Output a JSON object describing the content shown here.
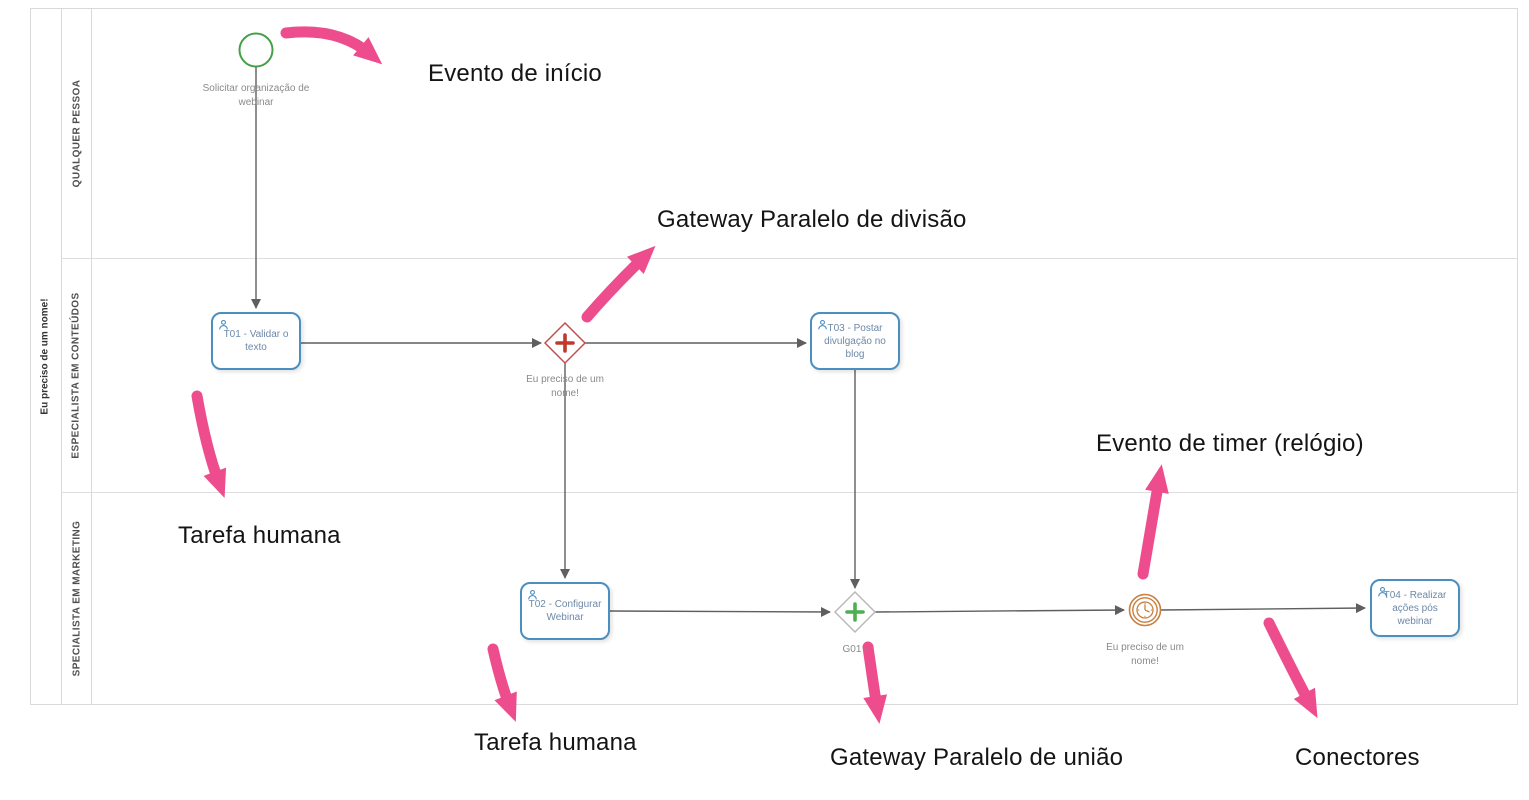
{
  "pool": {
    "name": "Eu preciso de um nome!",
    "lanes": [
      {
        "name": "QUALQUER PESSOA"
      },
      {
        "name": "ESPECIALISTA EM CONTEÚDOS"
      },
      {
        "name": "SPECIALISTA EM MARKETING"
      }
    ]
  },
  "elements": {
    "start_event": {
      "label": "Solicitar organização de webinar"
    },
    "task_t01": {
      "label": "T01 - Validar o texto"
    },
    "gateway_split": {
      "label": "Eu preciso de um nome!"
    },
    "task_t03": {
      "label": "T03 - Postar divulgação no blog"
    },
    "task_t02": {
      "label": "T02 - Configurar Webinar"
    },
    "gateway_join": {
      "label": "G01 -"
    },
    "timer_event": {
      "label": "Eu preciso de um nome!"
    },
    "task_t04": {
      "label": "T04 - Realizar ações pós webinar"
    }
  },
  "annotations": {
    "start_event": "Evento de início",
    "gateway_split": "Gateway Paralelo de divisão",
    "human_task_1": "Tarefa humana",
    "timer_event": "Evento de timer (relógio)",
    "human_task_2": "Tarefa humana",
    "gateway_join": "Gateway Paralelo de união",
    "connectors": "Conectores"
  },
  "colors": {
    "annotation_pink": "#ee4d8d",
    "task_border_blue": "#4a8fc0",
    "start_event_green": "#44a047",
    "split_gateway_red": "#c0504d",
    "join_gateway_green": "#4caf50",
    "timer_orange": "#c9803e",
    "connector_gray": "#5f5f5f",
    "lane_border_gray": "#d9d9d9"
  }
}
